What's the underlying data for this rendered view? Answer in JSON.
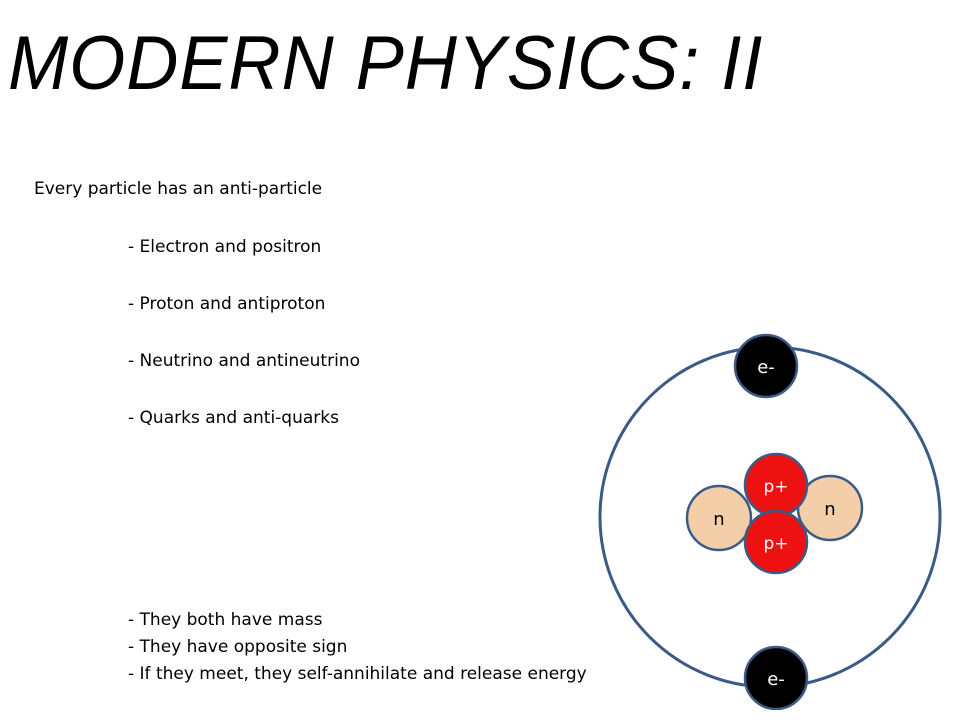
{
  "title": "MODERN PHYSICS:  II",
  "intro": "Every particle has an anti-particle",
  "pairs": [
    "- Electron and positron",
    "- Proton and antiproton",
    "- Neutrino and antineutrino",
    "- Quarks and anti-quarks"
  ],
  "properties": [
    "- They both have mass",
    "- They have opposite sign",
    "- If they meet, they self-annihilate and release energy"
  ],
  "atom": {
    "electron_top": "e-",
    "electron_bottom": "e-",
    "proton_top": "p+",
    "proton_bottom": "p+",
    "neutron_left": "n",
    "neutron_right": "n",
    "colors": {
      "orbit": "#3b5b86",
      "electron": "#000000",
      "proton": "#ee1111",
      "neutron": "#f4cda9",
      "outline": "#3b5b86"
    }
  }
}
